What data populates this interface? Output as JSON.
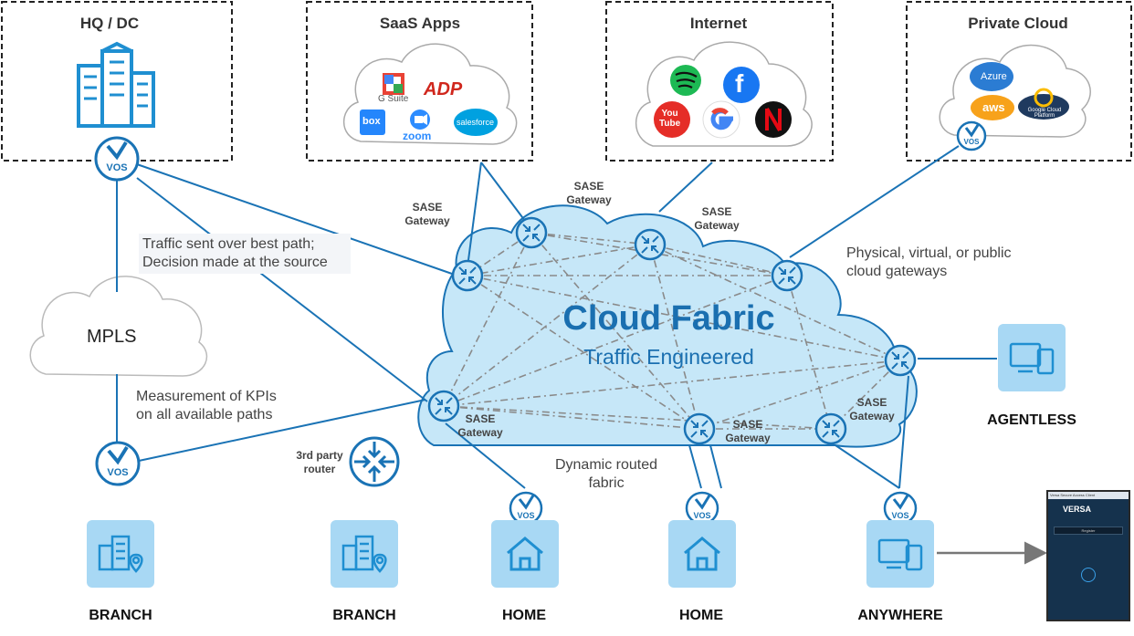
{
  "groups": {
    "hq": "HQ / DC",
    "saas": "SaaS Apps",
    "internet": "Internet",
    "private": "Private Cloud"
  },
  "saas_apps": [
    "G Suite",
    "box",
    "zoom",
    "salesforce",
    "ADP"
  ],
  "cloud_providers": [
    "Azure",
    "aws",
    "Google Cloud Platform"
  ],
  "icons": {
    "internet": [
      "spotify-icon",
      "facebook-icon",
      "youtube-icon",
      "google-icon",
      "netflix-icon"
    ]
  },
  "vos_label": "VOS",
  "cloud": {
    "title": "Cloud Fabric",
    "subtitle": "Traffic Engineered"
  },
  "mpls": "MPLS",
  "sase": {
    "line1": "SASE",
    "line2": "Gateway"
  },
  "annotations": {
    "best_path_1": "Traffic sent over best path;",
    "best_path_2": "Decision made at the source",
    "kpi_1": "Measurement of KPIs",
    "kpi_2": "on all available paths",
    "gateways_1": "Physical, virtual, or public",
    "gateways_2": "cloud gateways",
    "dynamic_1": "Dynamic routed",
    "dynamic_2": "fabric",
    "third_party_1": "3rd party",
    "third_party_2": "router"
  },
  "bottom_labels": {
    "branch_1": "BRANCH",
    "branch_2": "BRANCH",
    "home_1": "HOME",
    "home_2": "HOME",
    "anywhere": "ANYWHERE",
    "agentless": "AGENTLESS"
  },
  "client_window": {
    "title": "Versa Secure Access Client",
    "brand": "VERSA",
    "button": "Register"
  },
  "colors": {
    "line": "#1a73b5",
    "cloud_fill": "#c6e7f8",
    "tile": "#a8d8f4",
    "icon": "#1f8fd1"
  }
}
